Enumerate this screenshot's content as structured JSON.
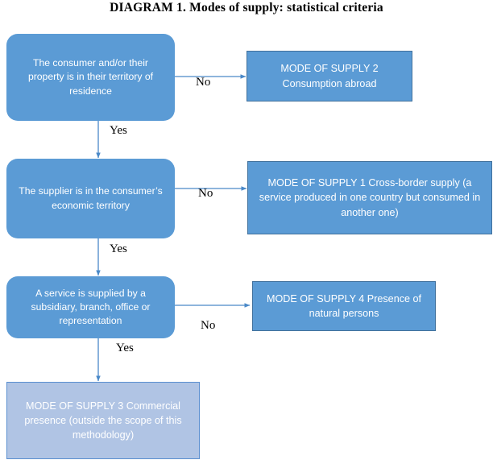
{
  "diagram": {
    "title": "DIAGRAM 1. Modes of supply: statistical criteria",
    "colors": {
      "node_fill": "#5B9BD5",
      "node_fill_light": "#B0C4E4",
      "node_border": "#41719C",
      "node_border_light": "#5B8FD0",
      "connector": "#4A89C8",
      "text_on_node": "#FFFFFF",
      "label_text": "#000000"
    },
    "nodes": [
      {
        "id": "decision-1",
        "shape": "rounded-rectangle",
        "text": "The consumer and/or their property is in their territory of residence"
      },
      {
        "id": "mode-of-supply-2",
        "shape": "rectangle",
        "text": "MODE OF SUPPLY 2 Consumption abroad"
      },
      {
        "id": "decision-2",
        "shape": "rounded-rectangle",
        "text": "The supplier is in the consumer’s economic territory"
      },
      {
        "id": "mode-of-supply-1",
        "shape": "rectangle",
        "text": "MODE OF SUPPLY 1 Cross-border supply (a service produced in one country but consumed in another one)"
      },
      {
        "id": "decision-3",
        "shape": "rounded-rectangle",
        "text": "A service is supplied by a subsidiary, branch, office or representation"
      },
      {
        "id": "mode-of-supply-4",
        "shape": "rectangle",
        "text": "MODE OF SUPPLY 4 Presence of natural persons"
      },
      {
        "id": "mode-of-supply-3",
        "shape": "rectangle-light",
        "text": "MODE OF SUPPLY 3 Commercial presence (outside the scope of this methodology)"
      }
    ],
    "edges": [
      {
        "id": "edge-1-no",
        "label": "No",
        "from": "decision-1",
        "to": "mode-of-supply-2",
        "direction": "right"
      },
      {
        "id": "edge-1-yes",
        "label": "Yes",
        "from": "decision-1",
        "to": "decision-2",
        "direction": "down"
      },
      {
        "id": "edge-2-no",
        "label": "No",
        "from": "decision-2",
        "to": "mode-of-supply-1",
        "direction": "right"
      },
      {
        "id": "edge-2-yes",
        "label": "Yes",
        "from": "decision-2",
        "to": "decision-3",
        "direction": "down"
      },
      {
        "id": "edge-3-no",
        "label": "No",
        "from": "decision-3",
        "to": "mode-of-supply-4",
        "direction": "right"
      },
      {
        "id": "edge-3-yes",
        "label": "Yes",
        "from": "decision-3",
        "to": "mode-of-supply-3",
        "direction": "down"
      }
    ]
  }
}
